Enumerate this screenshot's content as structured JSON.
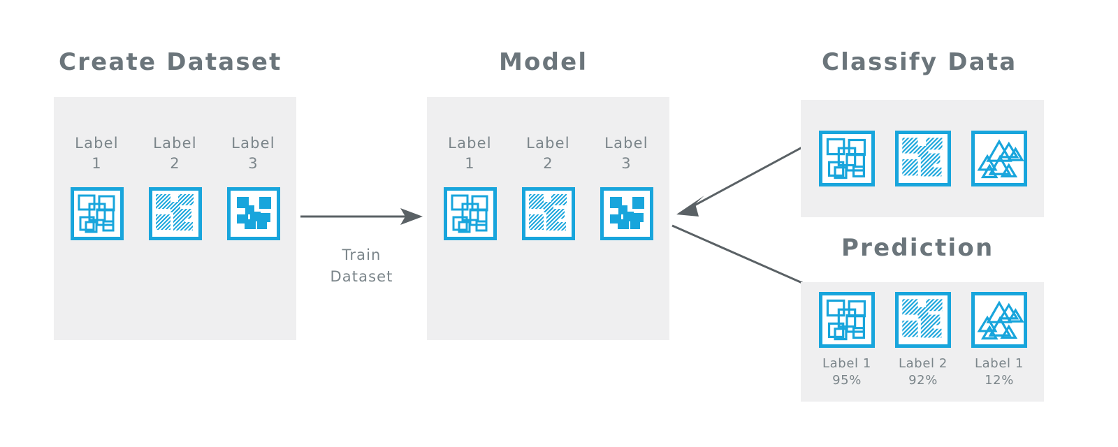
{
  "colors": {
    "accent_blue": "#18a5dc",
    "panel_grey": "#efeff0",
    "title_grey": "#6b757b",
    "label_grey": "#7b858a",
    "arrow_grey": "#5a6165",
    "background": "#ffffff"
  },
  "sections": {
    "create_dataset": {
      "title": "Create Dataset",
      "labels": [
        {
          "text": "Label\n1",
          "icon": "outlined-squares-icon"
        },
        {
          "text": "Label\n2",
          "icon": "hatched-squares-icon"
        },
        {
          "text": "Label\n3",
          "icon": "solid-squares-icon"
        }
      ]
    },
    "model": {
      "title": "Model",
      "labels": [
        {
          "text": "Label\n1",
          "icon": "outlined-squares-icon"
        },
        {
          "text": "Label\n2",
          "icon": "hatched-squares-icon"
        },
        {
          "text": "Label\n3",
          "icon": "solid-squares-icon"
        }
      ]
    },
    "classify_data": {
      "title": "Classify Data",
      "tiles": [
        {
          "icon": "outlined-squares-icon"
        },
        {
          "icon": "hatched-squares-icon"
        },
        {
          "icon": "outlined-triangles-icon"
        }
      ]
    },
    "prediction": {
      "title": "Prediction",
      "tiles": [
        {
          "icon": "outlined-squares-icon",
          "caption": "Label 1\n95%",
          "label": "Label 1",
          "confidence": "95%"
        },
        {
          "icon": "hatched-squares-icon",
          "caption": "Label 2\n92%",
          "label": "Label 2",
          "confidence": "92%"
        },
        {
          "icon": "outlined-triangles-icon",
          "caption": "Label 1\n12%",
          "label": "Label 1",
          "confidence": "12%"
        }
      ]
    }
  },
  "arrows": {
    "train": {
      "caption": "Train\nDataset",
      "direction": "right"
    },
    "classify_to_model": {
      "caption": "",
      "direction": "up-left"
    },
    "model_to_prediction": {
      "caption": "",
      "direction": "down-right"
    }
  }
}
